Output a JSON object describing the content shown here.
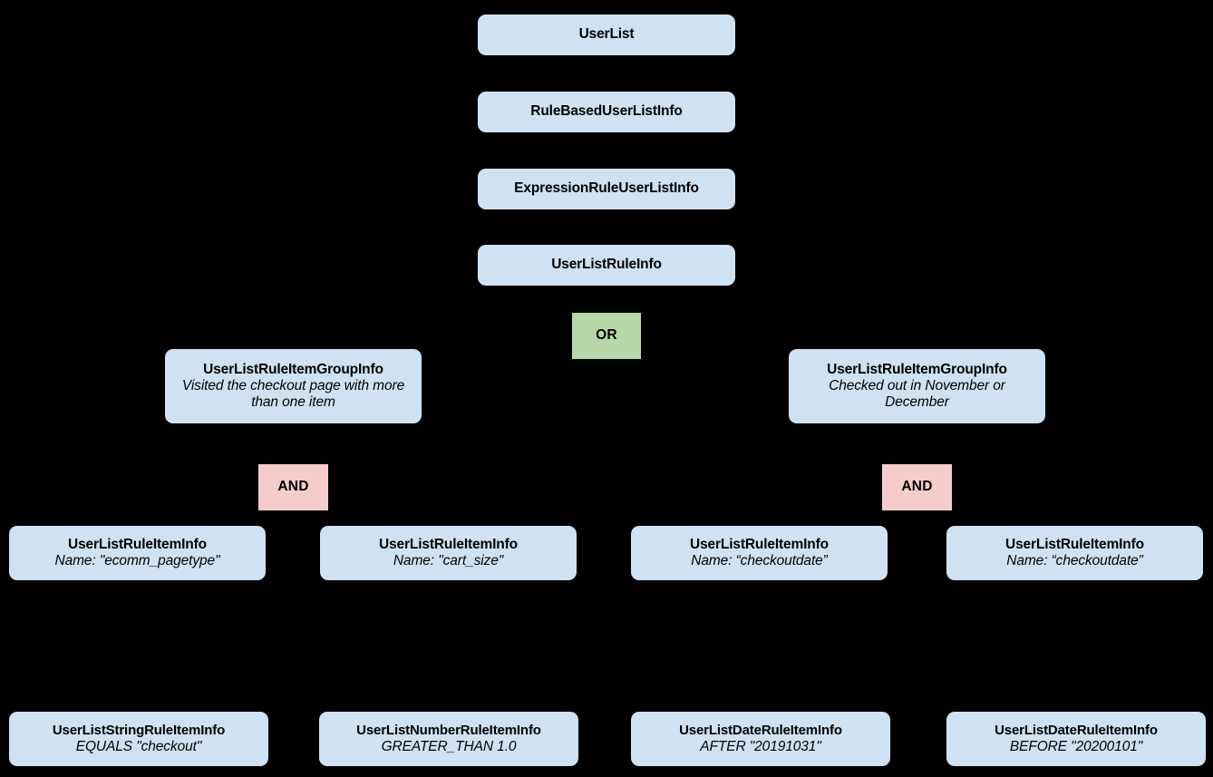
{
  "diagram": {
    "background_color": "#000000",
    "entity_color": "#cfe2f3",
    "or_color": "#b6d7a8",
    "and_color": "#f4cccc",
    "text_color": "#000000"
  },
  "nodes": {
    "user_list": {
      "title": "UserList"
    },
    "rule_based": {
      "title": "RuleBasedUserListInfo"
    },
    "expression_rule": {
      "title": "ExpressionRuleUserListInfo"
    },
    "rule_info": {
      "title": "UserListRuleInfo"
    },
    "or_operator": {
      "label": "OR"
    },
    "group_left": {
      "title": "UserListRuleItemGroupInfo",
      "subtitle": "Visited the checkout page with more than one item"
    },
    "group_right": {
      "title": "UserListRuleItemGroupInfo",
      "subtitle": "Checked out in November or December"
    },
    "and_left": {
      "label": "AND"
    },
    "and_right": {
      "label": "AND"
    },
    "item_1": {
      "title": "UserListRuleItemInfo",
      "subtitle": "Name: \"ecomm_pagetype\""
    },
    "item_2": {
      "title": "UserListRuleItemInfo",
      "subtitle": "Name: \"cart_size\""
    },
    "item_3": {
      "title": "UserListRuleItemInfo",
      "subtitle": "Name: “checkoutdate”"
    },
    "item_4": {
      "title": "UserListRuleItemInfo",
      "subtitle": "Name: “checkoutdate”"
    },
    "leaf_1": {
      "title": "UserListStringRuleItemInfo",
      "subtitle": "EQUALS \"checkout\""
    },
    "leaf_2": {
      "title": "UserListNumberRuleItemInfo",
      "subtitle": "GREATER_THAN 1.0"
    },
    "leaf_3": {
      "title": "UserListDateRuleItemInfo",
      "subtitle": "AFTER \"20191031\""
    },
    "leaf_4": {
      "title": "UserListDateRuleItemInfo",
      "subtitle": "BEFORE \"20200101\""
    }
  }
}
